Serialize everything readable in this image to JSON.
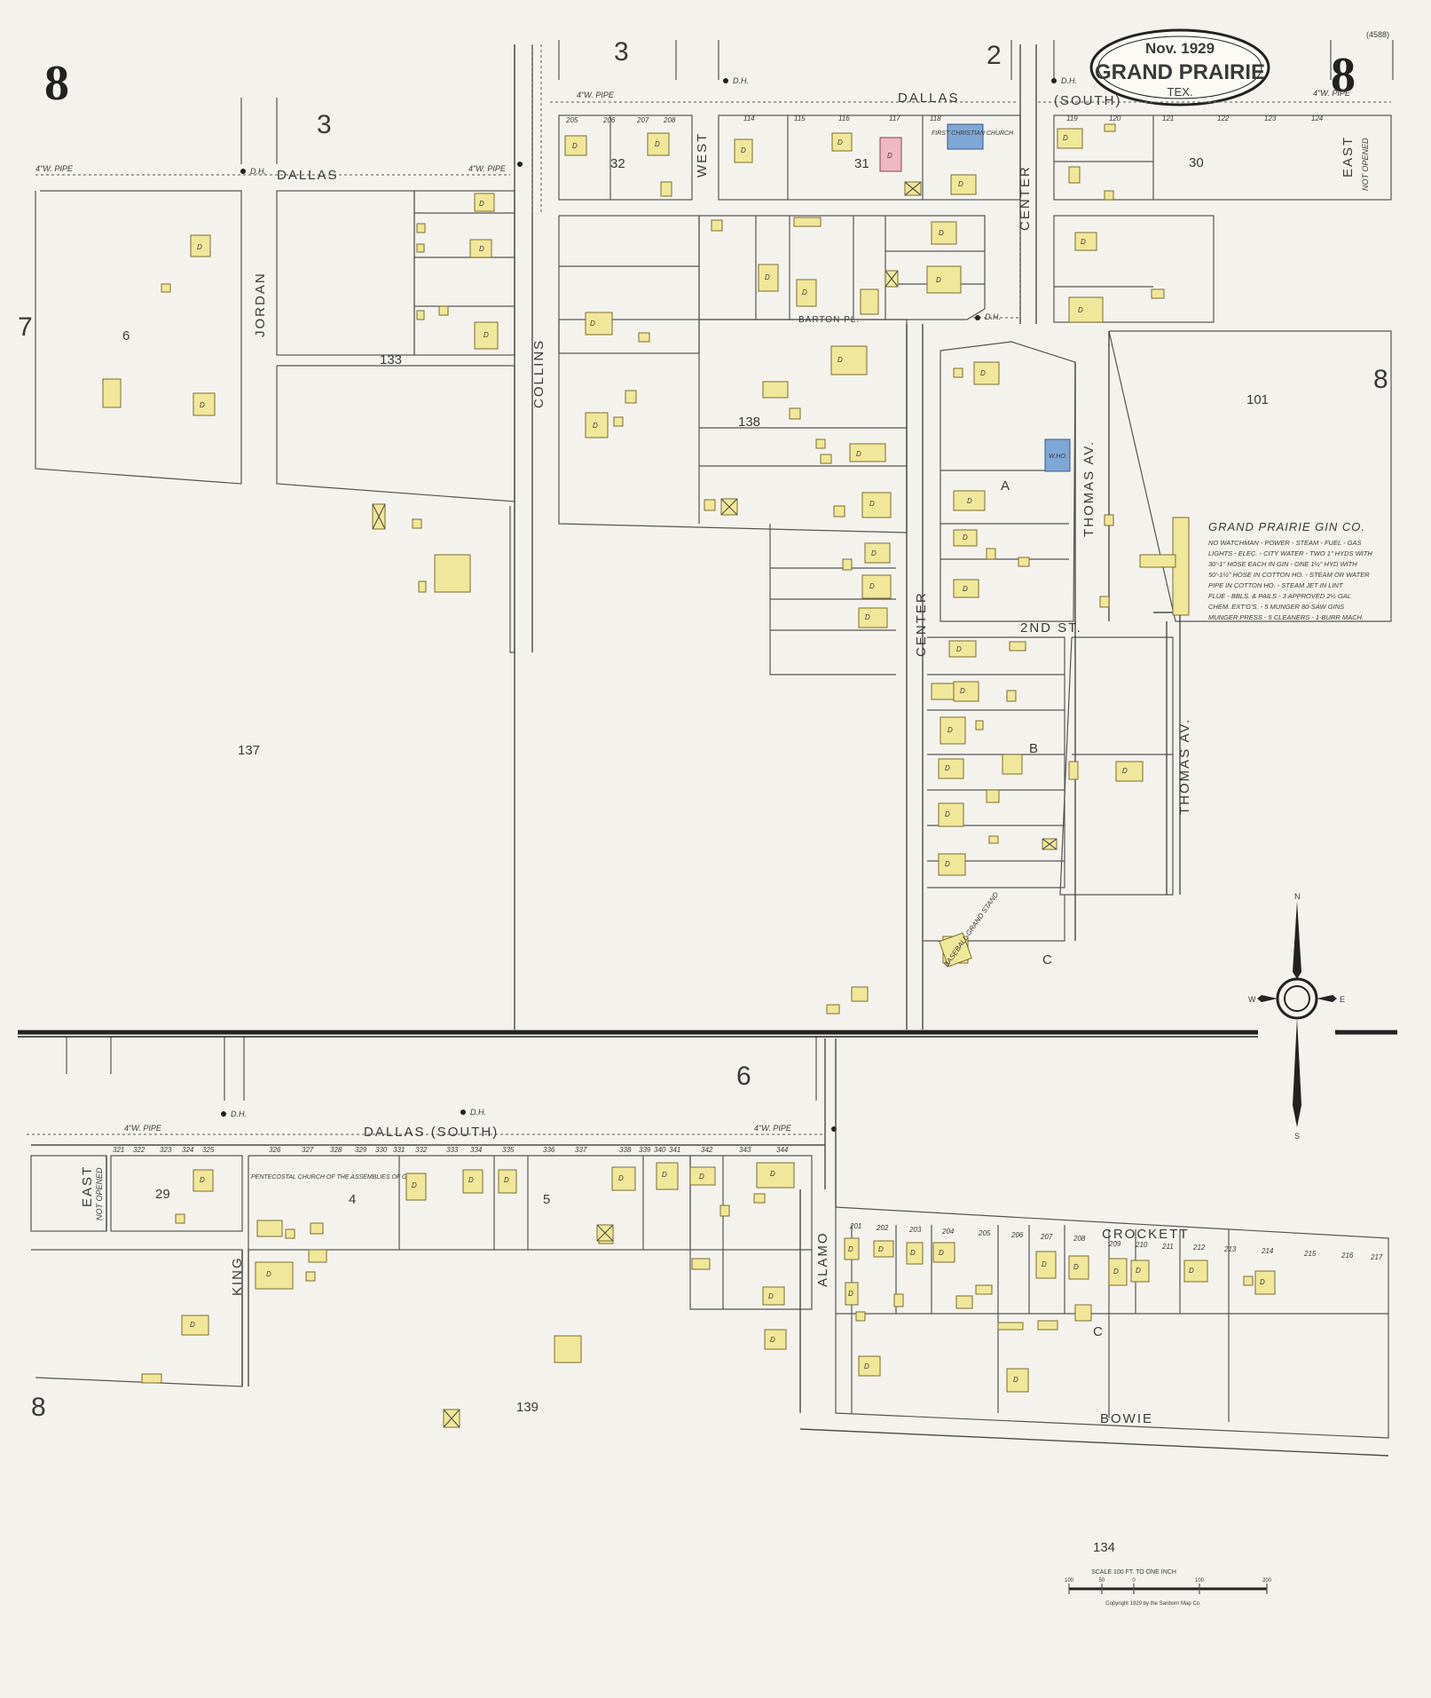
{
  "sheet": {
    "number": "8",
    "date": "Nov. 1929",
    "place": "GRAND PRAIRIE",
    "state": "TEX.",
    "corner_code": "(4588)"
  },
  "streets": {
    "dallas": "DALLAS",
    "dallas_south": "(SOUTH)",
    "dallas_lower": "DALLAS (SOUTH)",
    "jordan": "JORDAN",
    "collins": "COLLINS",
    "west": "WEST",
    "center": "CENTER",
    "east": "EAST",
    "not_opened": "NOT OPENED",
    "barton": "BARTON PL.",
    "thomas": "THOMAS AV.",
    "second": "2ND ST.",
    "king": "KING",
    "alamo": "ALAMO",
    "crockett": "CROCKETT",
    "bowie": "BOWIE"
  },
  "blocks": [
    "6",
    "133",
    "32",
    "31",
    "30",
    "138",
    "101",
    "137",
    "A",
    "B",
    "C",
    "29",
    "4",
    "5",
    "139",
    "134"
  ],
  "adjoining_sheets": [
    "3",
    "2",
    "3",
    "7",
    "8",
    "6",
    "8"
  ],
  "pipes": {
    "four_inch": "4\"W. PIPE",
    "dh": "D.H."
  },
  "buildings": {
    "dwelling": "D",
    "first_christian_church": "FIRST CHRISTIAN CHURCH",
    "pentecostal_church": "PENTECOSTAL CHURCH OF THE ASSEMBLIES OF GOD",
    "baseball": "BASEBALL GRAND STAND",
    "water_house": "W.HO."
  },
  "gin": {
    "title": "GRAND PRAIRIE GIN CO.",
    "notes": [
      "NO WATCHMAN - POWER - STEAM - FUEL - GAS",
      "LIGHTS - ELEC. - CITY WATER - TWO 1\" HYDS WITH",
      "30'-1\" HOSE EACH IN GIN - ONE 1½\" HYD WITH",
      "50'-1½\" HOSE IN COTTON HO. - STEAM OR WATER",
      "PIPE IN COTTON HO. - STEAM JET IN LINT",
      "FLUE - BBLS. & PAILS - 3 APPROVED 2½ GAL",
      "CHEM. EXT'G'S. - 5 MUNGER 80-SAW GINS",
      "MUNGER PRESS - 5 CLEANERS - 1-BURR MACH."
    ]
  },
  "compass": {
    "n": "N",
    "s": "S",
    "e": "E",
    "w": "W"
  },
  "scale": {
    "title": "SCALE 100 FT. TO ONE INCH",
    "ticks": [
      "100",
      "50",
      "0",
      "100",
      "200"
    ],
    "copyright": "Copyright 1929 by the Sanborn Map Co."
  },
  "house_numbers": {
    "north_dallas": [
      "205",
      "206",
      "207",
      "208",
      "114",
      "115",
      "116",
      "117",
      "118",
      "119",
      "120",
      "121",
      "122",
      "123",
      "124"
    ],
    "south_dallas": [
      "321",
      "322",
      "323",
      "324",
      "325",
      "326",
      "327",
      "328",
      "329",
      "330",
      "331",
      "332",
      "333",
      "334",
      "335",
      "336",
      "337",
      "338",
      "339",
      "340",
      "341",
      "342",
      "343",
      "344"
    ],
    "crockett": [
      "201",
      "202",
      "203",
      "204",
      "205",
      "206",
      "207",
      "208",
      "209",
      "210",
      "211",
      "212",
      "213",
      "214",
      "215",
      "216",
      "217"
    ]
  },
  "colors": {
    "paper": "#f4f2ec",
    "dwelling": "#f1e79a",
    "church": "#f1b7c4",
    "brick": "#7fa7d6"
  }
}
